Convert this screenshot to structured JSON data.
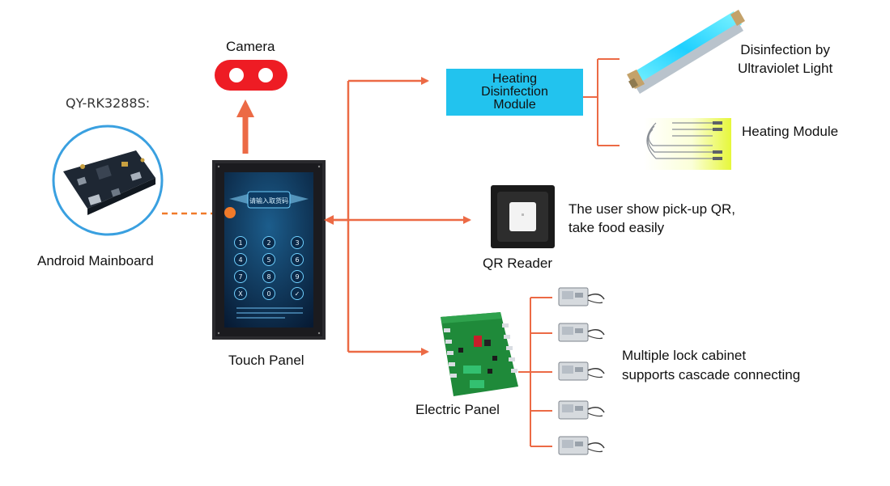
{
  "labels": {
    "camera": "Camera",
    "mainboard_model": "QY-RK3288S:",
    "android_mainboard": "Android Mainboard",
    "touch_panel": "Touch Panel",
    "heating_module_box": [
      "Heating",
      "Disinfection",
      "Module"
    ],
    "uv_light": [
      "Disinfection by",
      "Ultraviolet Light"
    ],
    "heating_module": "Heating Module",
    "qr_caption": [
      "The user show pick-up QR,",
      "take food easily"
    ],
    "qr_reader": "QR Reader",
    "electric_panel": "Electric Panel",
    "lock_caption": [
      "Multiple lock cabinet",
      "supports cascade connecting"
    ]
  },
  "keypad": {
    "banner": "请输入取货码",
    "keys": [
      "1",
      "2",
      "3",
      "4",
      "5",
      "6",
      "7",
      "8",
      "9",
      "X",
      "0",
      "✓"
    ]
  },
  "colors": {
    "arrow": "#ec6a45",
    "camera_red": "#ee1c24",
    "heating_box": "#22c3ee",
    "mainboard_ring": "#3aa0e0",
    "uv_glow": "#3ee8ff",
    "panel_green": "#1f8a3a",
    "dashed_line": "#f07a2a"
  },
  "icons": {
    "camera": "camera-icon",
    "mainboard": "mainboard-icon",
    "touch_panel": "touch-panel-icon",
    "uv_lamp": "uv-lamp-icon",
    "heating_coil": "heating-coil-icon",
    "qr_reader": "qr-reader-icon",
    "electric_panel": "circuit-board-icon",
    "lock": "electric-lock-icon"
  }
}
